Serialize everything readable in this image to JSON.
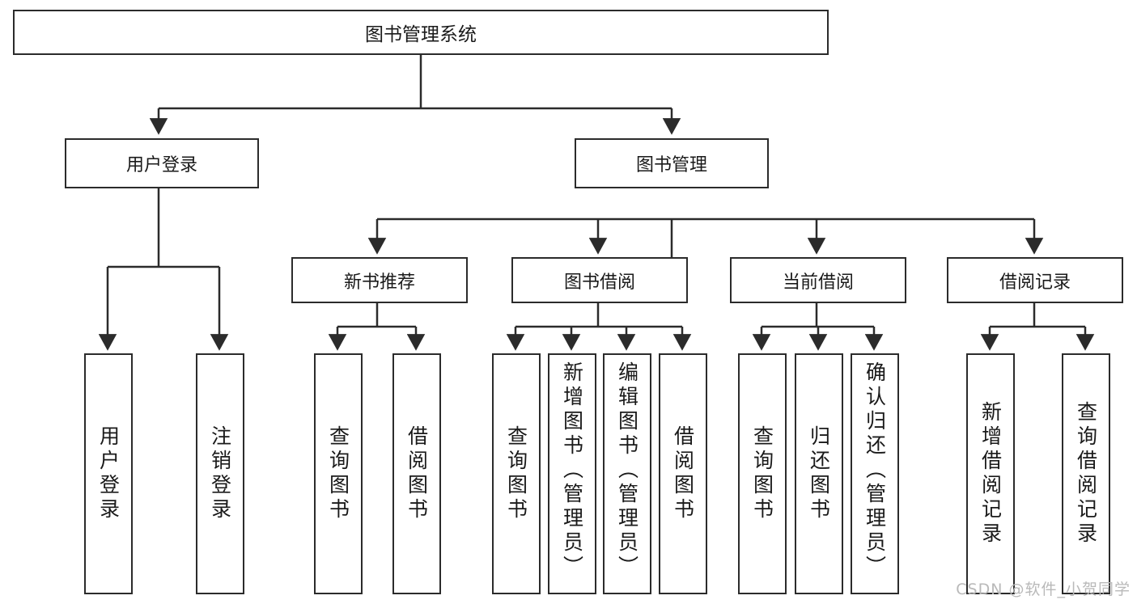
{
  "diagram": {
    "title": "图书管理系统",
    "watermark": "CSDN @软件_小贺同学",
    "colors": {
      "box_border": "#2b2b2b",
      "box_fill": "#ffffff",
      "connector": "#2b2b2b",
      "background": "#ffffff",
      "watermark": "#b9b9b9"
    },
    "root": {
      "label": "图书管理系统"
    },
    "branches": [
      {
        "label": "用户登录"
      },
      {
        "label": "图书管理"
      },
      {
        "label": "新书推荐"
      },
      {
        "label": "图书借阅"
      },
      {
        "label": "当前借阅"
      },
      {
        "label": "借阅记录"
      }
    ],
    "leaves": [
      {
        "label": "用户登录"
      },
      {
        "label": "注销登录"
      },
      {
        "label": "查询图书"
      },
      {
        "label": "借阅图书"
      },
      {
        "label": "查询图书"
      },
      {
        "label": "新增图书（管理员）"
      },
      {
        "label": "编辑图书（管理员）"
      },
      {
        "label": "借阅图书"
      },
      {
        "label": "查询图书"
      },
      {
        "label": "归还图书"
      },
      {
        "label": "确认归还（管理员）"
      },
      {
        "label": "新增借阅记录"
      },
      {
        "label": "查询借阅记录"
      }
    ]
  }
}
